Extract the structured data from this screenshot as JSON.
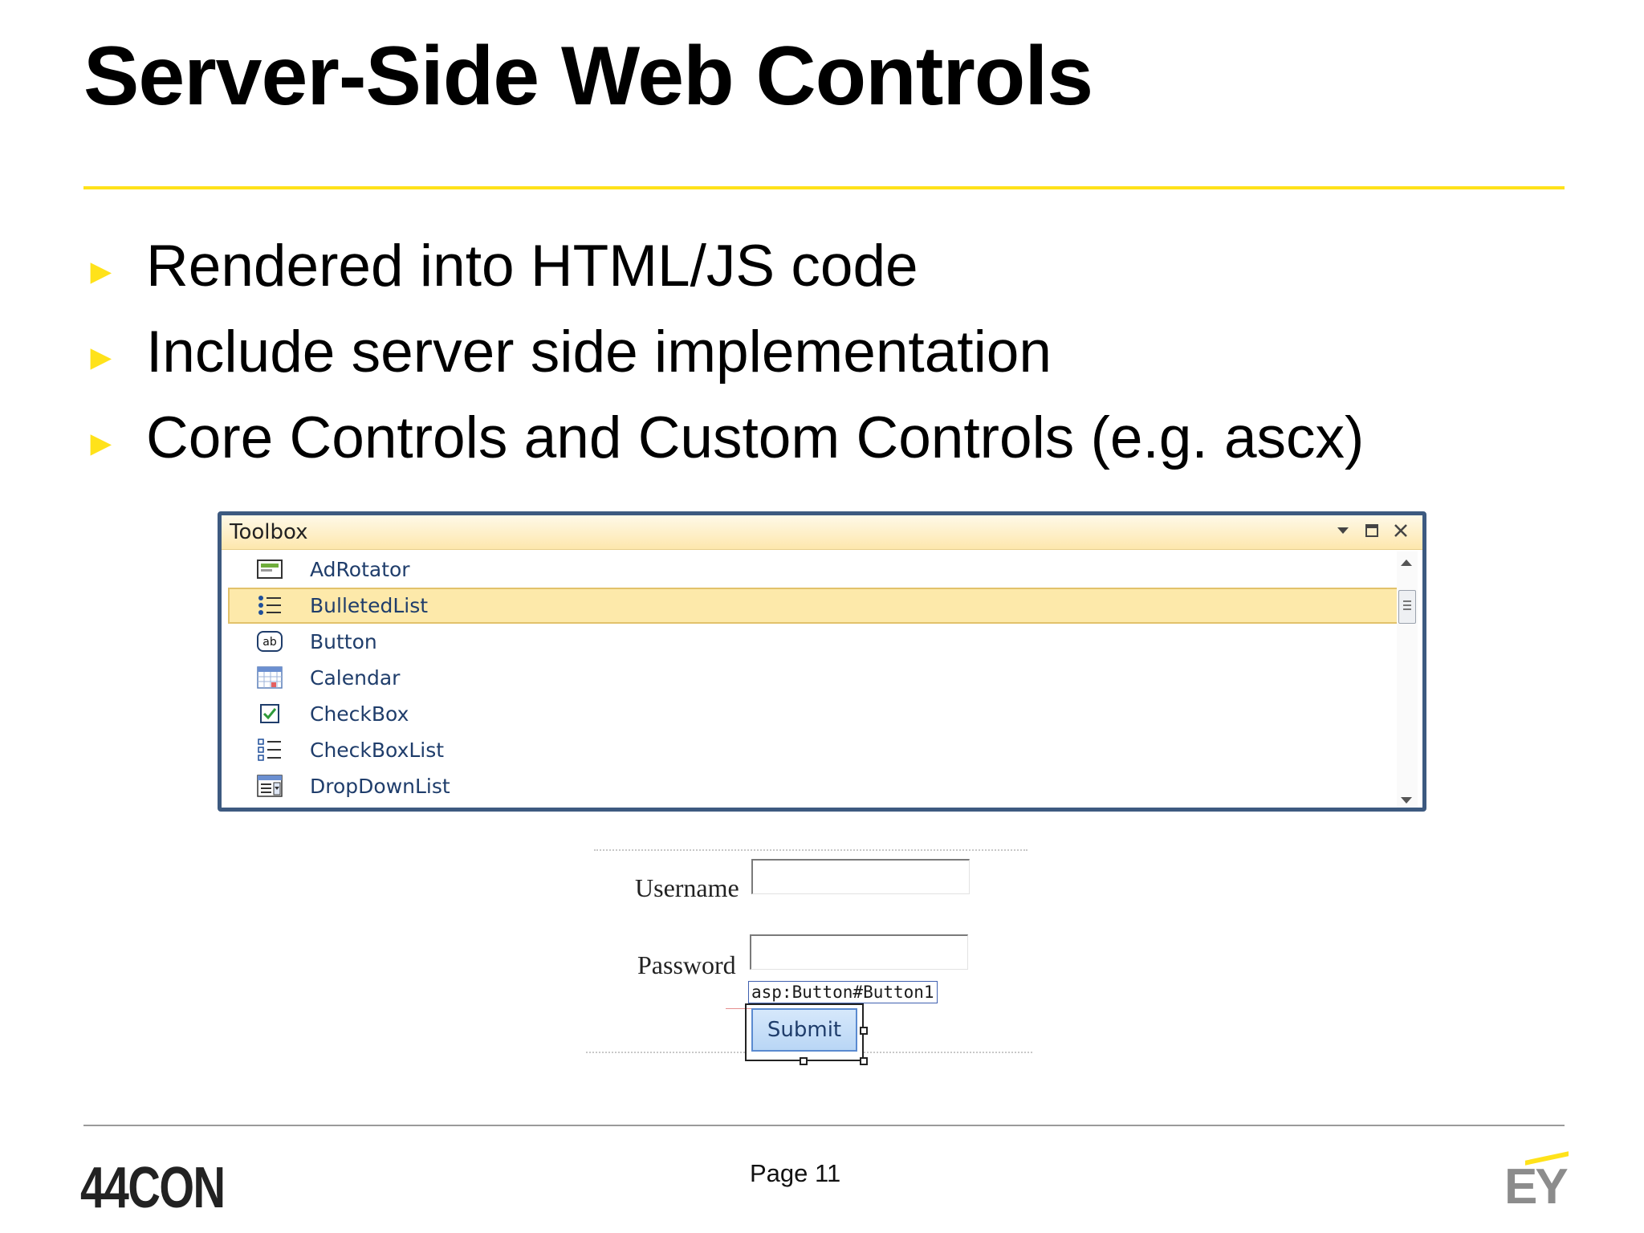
{
  "slide": {
    "title": "Server-Side Web Controls",
    "bullets": [
      "Rendered into HTML/JS code",
      "Include server side implementation",
      "Core Controls and Custom Controls (e.g. ascx)"
    ]
  },
  "toolbox": {
    "title": "Toolbox",
    "items": [
      {
        "label": "AdRotator",
        "icon": "adrotator-icon"
      },
      {
        "label": "BulletedList",
        "icon": "bulleted-list-icon",
        "selected": true
      },
      {
        "label": "Button",
        "icon": "button-ab-icon"
      },
      {
        "label": "Calendar",
        "icon": "calendar-icon"
      },
      {
        "label": "CheckBox",
        "icon": "checkbox-icon"
      },
      {
        "label": "CheckBoxList",
        "icon": "checkbox-list-icon"
      },
      {
        "label": "DropDownList",
        "icon": "dropdown-list-icon"
      }
    ]
  },
  "form": {
    "username_label": "Username",
    "password_label": "Password",
    "tag_label": "asp:Button#Button1",
    "submit_label": "Submit"
  },
  "footer": {
    "conference_logo": "44CON",
    "page_label": "Page 11",
    "company_logo": "EY"
  },
  "colors": {
    "accent_yellow": "#ffe21a",
    "toolbox_border": "#3d5a80",
    "selected_item": "#fde9aa"
  }
}
